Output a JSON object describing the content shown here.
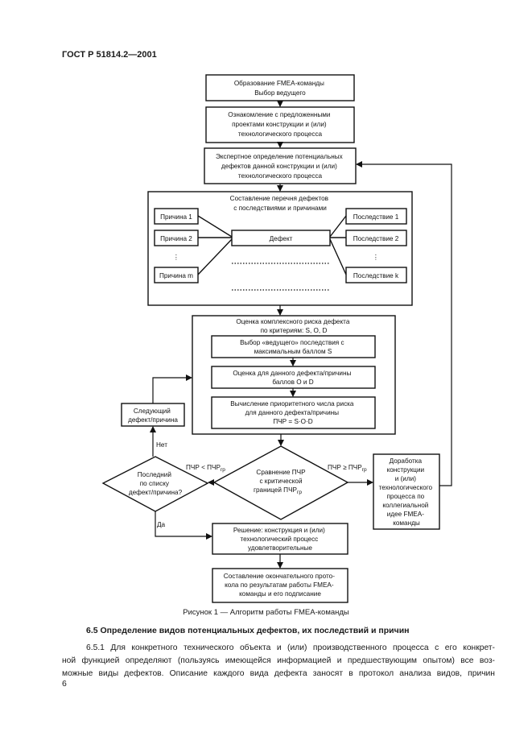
{
  "header": {
    "doc_id": "ГОСТ Р 51814.2—2001"
  },
  "flow": {
    "box1": [
      "Образование FMEA-команды",
      "Выбор ведущего"
    ],
    "box2": [
      "Ознакомление с предложенными",
      "проектами конструкции и (или)",
      "технологического процесса"
    ],
    "box3": [
      "Экспертное определение потенциальных",
      "дефектов данной конструкции и (или)",
      "технологического процесса"
    ],
    "big1_title": [
      "Составление перечня дефектов",
      "с последствиями и причинами"
    ],
    "cause1": "Причина 1",
    "cause2": "Причина 2",
    "causem": "Причина m",
    "defect": "Дефект",
    "effect1": "Последствие 1",
    "effect2": "Последствие 2",
    "effectk": "Последствие k",
    "vdots": "⋮",
    "big2_title": [
      "Оценка комплексного риска дефекта",
      "по критериям: S, O, D"
    ],
    "sub1": [
      "Выбор «ведущего» последствия с",
      "максимальным баллом S"
    ],
    "sub2": [
      "Оценка для данного дефекта/причины",
      "баллов O и D"
    ],
    "sub3": [
      "Вычисление приоритетного числа риска",
      "для данного дефекта/причины",
      "ПЧР = S·O·D"
    ],
    "next": [
      "Следующий",
      "дефект/причина"
    ],
    "no": "Нет",
    "yes": "Да",
    "diamond_left": [
      "Последний",
      "по списку",
      "дефект/причина?"
    ],
    "diamond_center_1": "Сравнение ПЧР",
    "diamond_center_2": "с критической",
    "diamond_center_3a": "границей ПЧР",
    "diamond_center_3b": "гр",
    "cmp_less_a": "ПЧР < ПЧР",
    "cmp_less_b": "гр",
    "cmp_ge_a": "ПЧР ≥ ПЧР",
    "cmp_ge_b": "гр",
    "rework": [
      "Доработка",
      "конструкции",
      "и (или)",
      "технологического",
      "процесса по",
      "коллегиальной",
      "идее FMEA-",
      "команды"
    ],
    "decision": [
      "Решение: конструкция и (или)",
      "технологический процесс",
      "удовлетворительные"
    ],
    "final": [
      "Составление окончательного прото-",
      "кола по результатам работы FMEA-",
      "команды и его подписание"
    ]
  },
  "caption": "Рисунок 1 — Алгоритм работы FMEA-команды",
  "section_title": "6.5 Определение видов потенциальных дефектов, их последствий и причин",
  "paragraph": [
    "6.5.1 Для конкретного технического объекта и (или) производственного процесса с его конкрет-",
    "ной функцией определяют (пользуясь имеющейся информацией и предшествующим опытом) все воз-",
    "можные виды дефектов. Описание каждого вида дефекта заносят в протокол анализа видов, причин"
  ],
  "page_number": "6"
}
